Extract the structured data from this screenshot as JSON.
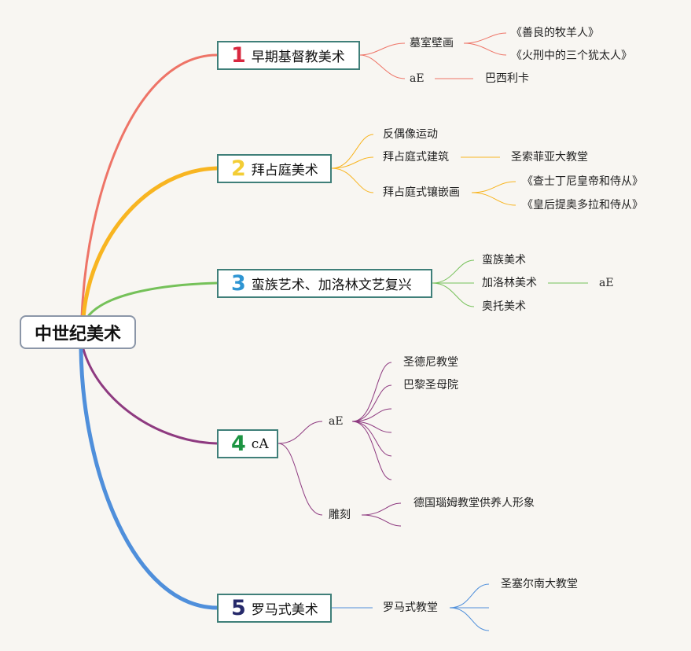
{
  "root": {
    "label": "中世纪美术"
  },
  "colors": {
    "t1": "#ee7467",
    "t2": "#f8b521",
    "t3": "#75c159",
    "t4": "#8e3a80",
    "t5": "#4f8fdb",
    "num1": "#d8283f",
    "num2": "#f3cd35",
    "num3": "#2e95d3",
    "num4": "#1c9442",
    "num5": "#262a6b"
  },
  "topics": [
    {
      "num": "1",
      "label": "早期基督教美术",
      "children": [
        {
          "label": "墓室壁画",
          "children": [
            {
              "label": "《善良的牧羊人》"
            },
            {
              "label": "《火刑中的三个犹太人》"
            }
          ]
        },
        {
          "label": "aE",
          "children": [
            {
              "label": "巴西利卡"
            }
          ]
        }
      ]
    },
    {
      "num": "2",
      "label": "拜占庭美术",
      "children": [
        {
          "label": "反偶像运动"
        },
        {
          "label": "拜占庭式建筑",
          "children": [
            {
              "label": "圣索菲亚大教堂"
            }
          ]
        },
        {
          "label": "拜占庭式镶嵌画",
          "children": [
            {
              "label": "《查士丁尼皇帝和侍从》"
            },
            {
              "label": "《皇后提奥多拉和侍从》"
            }
          ]
        }
      ]
    },
    {
      "num": "3",
      "label": "蛮族艺术、加洛林文艺复兴",
      "children": [
        {
          "label": "蛮族美术"
        },
        {
          "label": "加洛林美术",
          "children": [
            {
              "label": "aE"
            }
          ]
        },
        {
          "label": "奥托美术"
        }
      ]
    },
    {
      "num": "4",
      "label": "cA",
      "children": [
        {
          "label": "aE",
          "children": [
            {
              "label": "圣德尼教堂"
            },
            {
              "label": "巴黎圣母院"
            },
            {
              "label": ""
            },
            {
              "label": ""
            },
            {
              "label": ""
            }
          ]
        },
        {
          "label": "雕刻",
          "children": [
            {
              "label": "德国瑙姆教堂供养人形象"
            },
            {
              "label": ""
            }
          ]
        }
      ]
    },
    {
      "num": "5",
      "label": "罗马式美术",
      "children": [
        {
          "label": "罗马式教堂",
          "children": [
            {
              "label": "圣塞尔南大教堂"
            },
            {
              "label": ""
            },
            {
              "label": ""
            }
          ]
        }
      ]
    }
  ]
}
